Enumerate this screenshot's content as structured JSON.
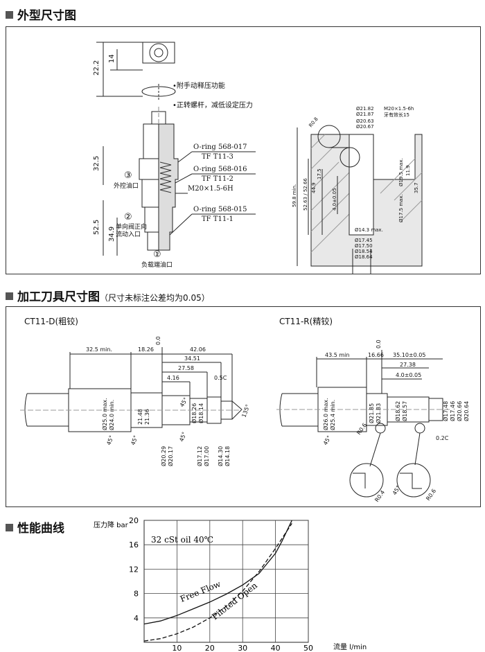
{
  "sections": {
    "outline": "外型尺寸图",
    "tooling": "加工刀具尺寸图",
    "tooling_note": "（尺寸未标注公差均为0.05）",
    "performance": "性能曲线"
  },
  "outline_drawing": {
    "dims_left": [
      "22.2",
      "14",
      "32.5",
      "52.5",
      "34.9"
    ],
    "notes": [
      "•附手动释压功能",
      "•正转螺杆，减低设定压力"
    ],
    "oring_labels": [
      "O-ring 568-017",
      "TF T11-3",
      "O-ring 568-016",
      "TF T11-2",
      "M20×1.5-6H",
      "O-ring 568-015",
      "TF T11-1"
    ],
    "ports": [
      {
        "num": "③",
        "label": "外控油口"
      },
      {
        "num": "②",
        "label": "单向阀正向",
        "label2": "流动入口"
      },
      {
        "num": "①",
        "label": "负载端油口"
      }
    ]
  },
  "cavity_drawing": {
    "thread": "M20×1.5-6h",
    "thread_note": "牙有效长15",
    "diams_top": [
      "Ø21.82",
      "Ø21.87",
      "Ø20.63",
      "Ø20.67"
    ],
    "r_label": "R0.8",
    "vertical_dims": [
      "59.8 min.",
      "52.63 / 52.66",
      "44.9",
      "17.5",
      "4.0±0.05"
    ],
    "right_dims": [
      "Ø19.5 max.",
      "11.9",
      "35.7",
      "Ø17.5 max."
    ],
    "diams_bottom": [
      "Ø14.3 max.",
      "Ø17.45",
      "Ø17.50",
      "Ø18.54",
      "Ø18.64"
    ]
  },
  "ct_d": {
    "title": "CT11-D(粗铰)",
    "top_dims": [
      "32.5 min.",
      "18.26",
      "0.0",
      "42.06",
      "34.51",
      "27.58",
      "4.16",
      "0.5C"
    ],
    "mid_labels": [
      "Ø25.0 max.",
      "Ø24.0 min.",
      "21.48",
      "21.36",
      "Ø18.26",
      "Ø18.14"
    ],
    "bottom_labels": [
      "Ø20.29",
      "Ø20.17",
      "Ø17.12",
      "Ø17.00",
      "Ø14.30",
      "Ø14.18"
    ],
    "angles": [
      "45°",
      "45°",
      "45°",
      "45°",
      "135°"
    ]
  },
  "ct_r": {
    "title": "CT11-R(精铰)",
    "top_dims": [
      "43.5 min",
      "16.66",
      "0.0",
      "35.10±0.05",
      "27.38",
      "4.0±0.05"
    ],
    "mid_labels": [
      "Ø26.0 max.",
      "Ø25.4 min.",
      "Ø21.85",
      "Ø21.83",
      "Ø18.62",
      "Ø18.57",
      "Ø17.48",
      "Ø17.46",
      "Ø20.66",
      "Ø20.64"
    ],
    "other": [
      "45°",
      "R0.6",
      "0.2C",
      "45°",
      "R0.4",
      "R0.6"
    ]
  },
  "performance_chart": {
    "ylabel": "压力降 bar",
    "xlabel": "流量 l/min",
    "annotation": "32 cSt oil 40℃",
    "chart_data": {
      "type": "line",
      "x_ticks": [
        10,
        20,
        30,
        40,
        50
      ],
      "y_ticks": [
        4,
        8,
        12,
        16,
        20
      ],
      "xlim": [
        0,
        50
      ],
      "ylim": [
        0,
        20
      ],
      "grid": true,
      "series": [
        {
          "name": "Free Flow",
          "style": "solid",
          "x": [
            0,
            5,
            10,
            15,
            20,
            25,
            30,
            35,
            40,
            42,
            45
          ],
          "y": [
            3.0,
            3.5,
            4.4,
            5.5,
            6.6,
            7.9,
            9.4,
            11.3,
            14.6,
            16.6,
            20.0
          ]
        },
        {
          "name": "Piloted Open",
          "style": "dashed",
          "x": [
            0,
            5,
            10,
            15,
            20,
            25,
            30,
            35,
            40,
            45
          ],
          "y": [
            0.2,
            0.6,
            1.4,
            2.5,
            4.0,
            5.9,
            8.4,
            11.6,
            15.4,
            19.5
          ]
        }
      ]
    }
  }
}
